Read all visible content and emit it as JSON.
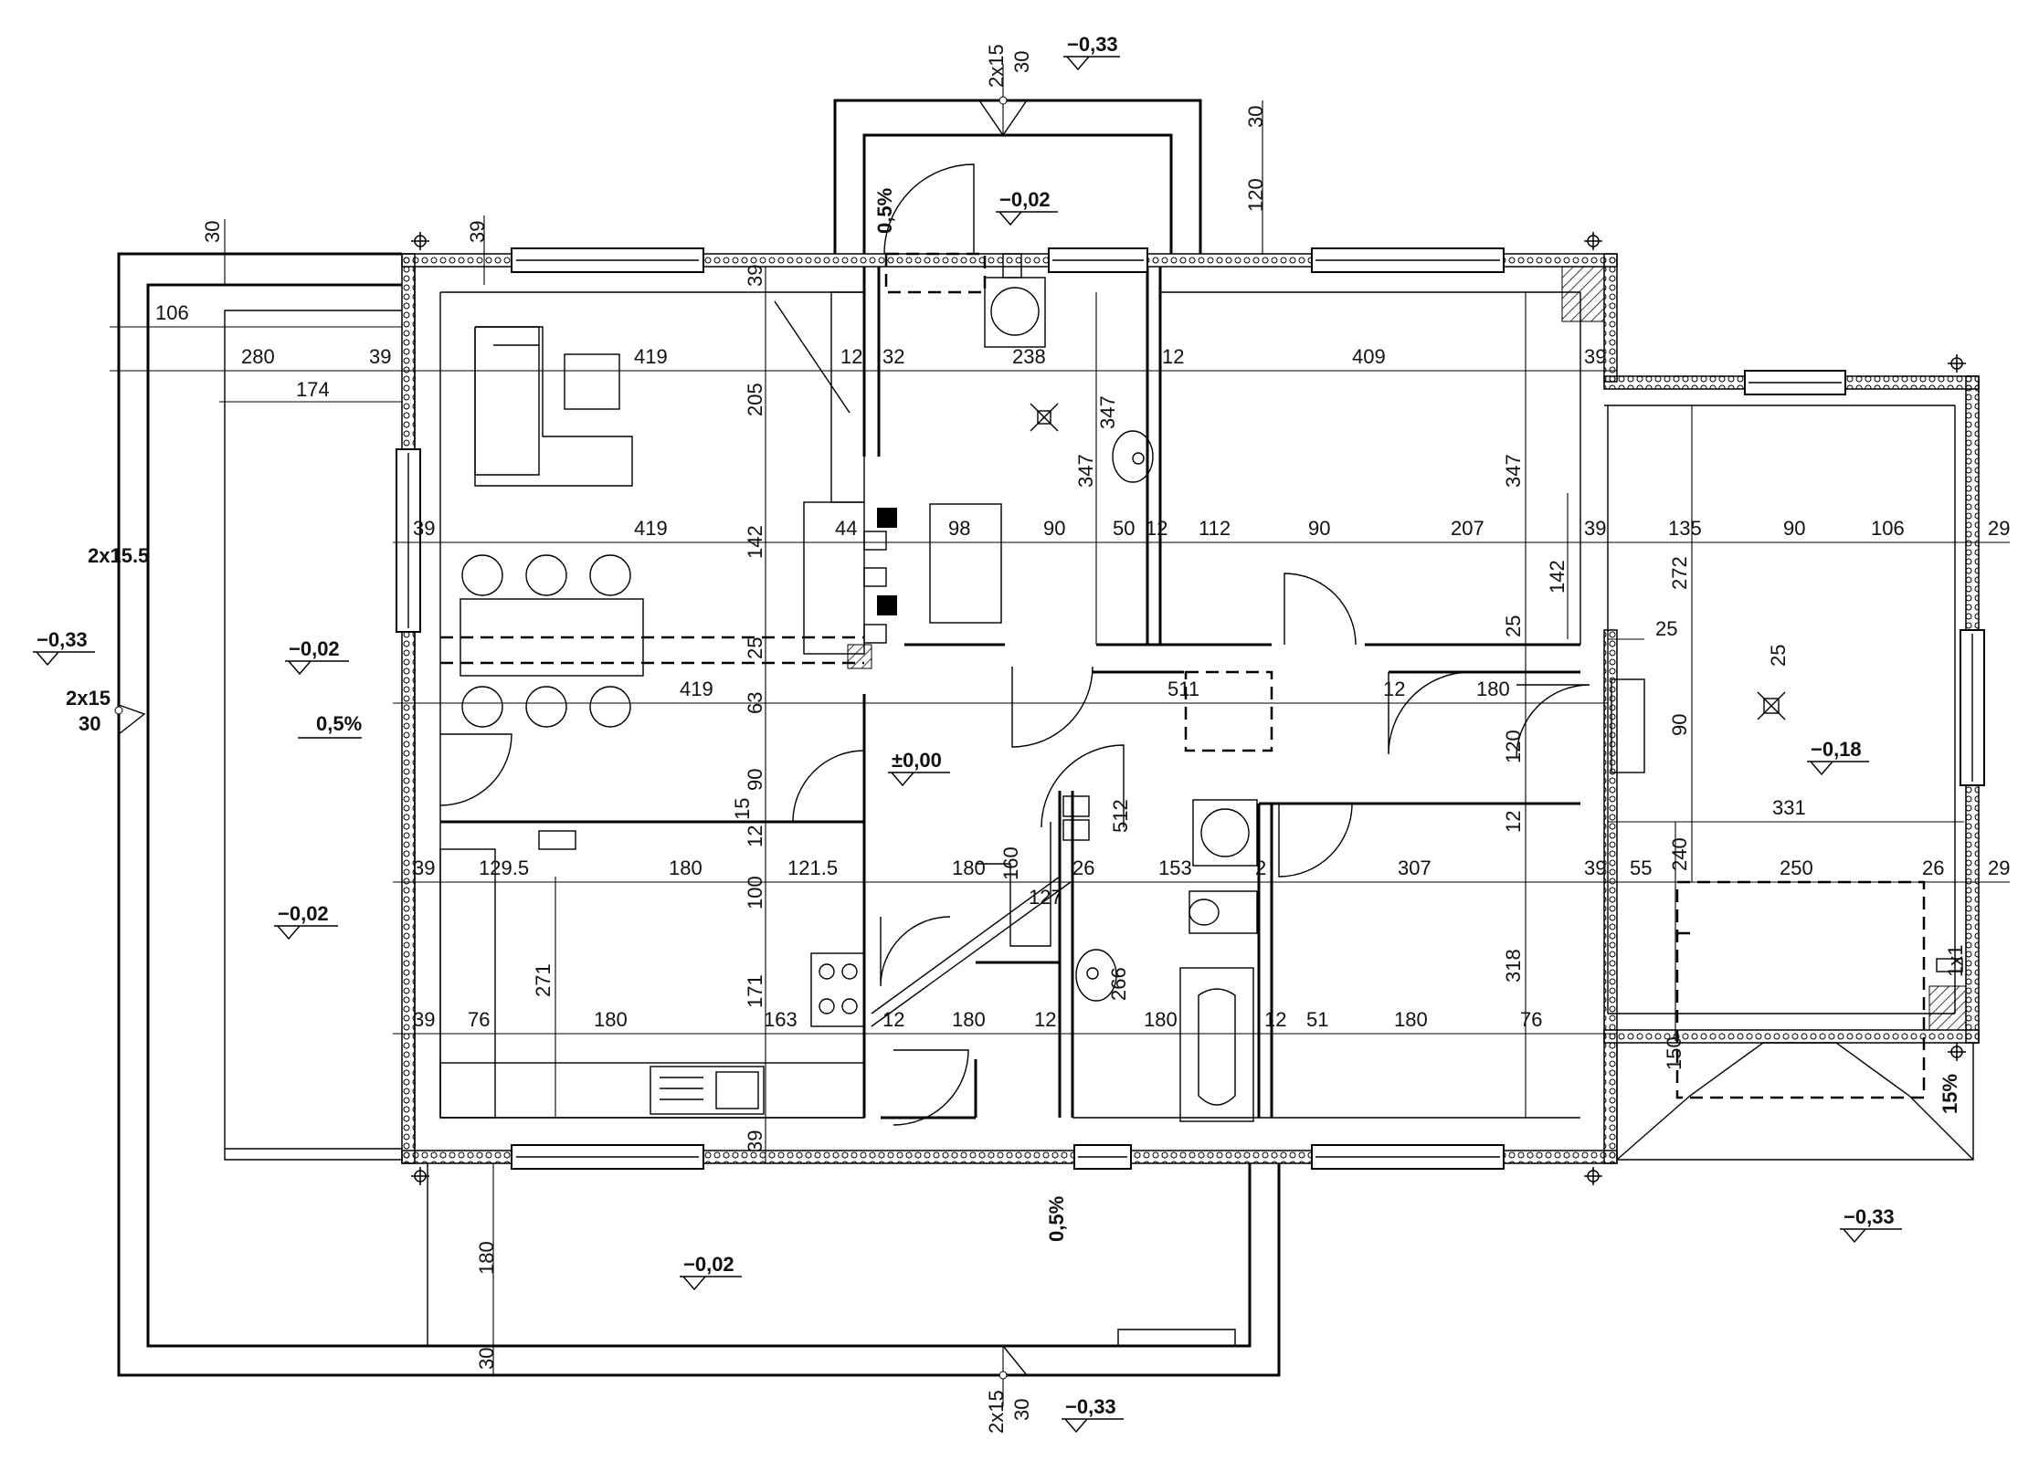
{
  "elevations": {
    "top_entrance": "−0,33",
    "left_outer": "−0,33",
    "left_terrace": "−0,02",
    "left_terrace_lower": "−0,02",
    "entrance_porch": "−0,02",
    "main_floor": "±0,00",
    "garage": "−0,18",
    "bottom_terrace": "−0,02",
    "bottom_entrance": "−0,33",
    "right_outer": "−0,33"
  },
  "slopes": {
    "entrance": "0,5%",
    "left_terrace": "0,5%",
    "bottom": "0,5%",
    "ramp": "15%"
  },
  "stairs": {
    "top": [
      "2x15",
      "30"
    ],
    "left": [
      "2x15",
      "30"
    ],
    "bottom": [
      "2x15",
      "30"
    ],
    "left_ramp": "2x15.5"
  },
  "dims_top": [
    "30",
    "120",
    "39",
    "30",
    "106",
    "280",
    "39",
    "174"
  ],
  "dims_row1": [
    "419",
    "12",
    "32",
    "238",
    "12",
    "409",
    "39"
  ],
  "dims_row2": [
    "39",
    "419",
    "44",
    "98",
    "90",
    "50",
    "12",
    "112",
    "90",
    "207",
    "39",
    "135",
    "90",
    "106",
    "29"
  ],
  "dims_row3": [
    "419",
    "511",
    "12",
    "180"
  ],
  "dims_row4": [
    "39",
    "129.5",
    "180",
    "121.5",
    "180",
    "26",
    "153",
    "2",
    "307",
    "39",
    "55",
    "250",
    "26",
    "29"
  ],
  "dims_row5": [
    "39",
    "76",
    "180",
    "163",
    "12",
    "180",
    "12",
    "180",
    "12",
    "51",
    "180",
    "76"
  ],
  "dims_vertical": [
    "39",
    "205",
    "142",
    "25",
    "63",
    "90",
    "15",
    "12",
    "100",
    "171",
    "39",
    "271",
    "347",
    "347",
    "347",
    "142",
    "25",
    "120",
    "12",
    "318",
    "272",
    "90",
    "240",
    "150",
    "160",
    "127",
    "266",
    "512",
    "180",
    "30",
    "25",
    "25",
    "331",
    "1x1"
  ],
  "colors": {
    "line": "#000000",
    "background": "#ffffff"
  }
}
